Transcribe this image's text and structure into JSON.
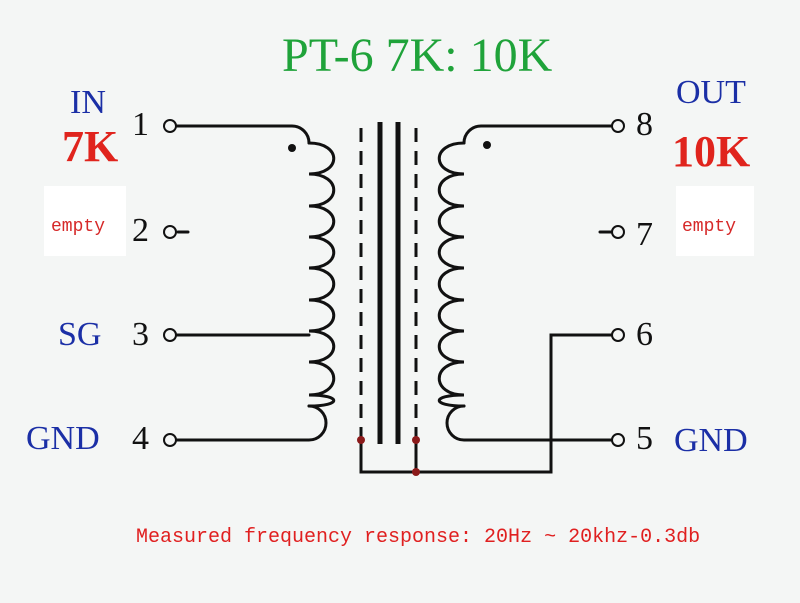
{
  "title": "PT-6  7K: 10K",
  "primary": {
    "side_label": "IN",
    "impedance": "7K"
  },
  "secondary": {
    "side_label": "OUT",
    "impedance": "10K"
  },
  "pins": {
    "p1": "1",
    "p2": "2",
    "p3": "3",
    "p4": "4",
    "p5": "5",
    "p6": "6",
    "p7": "7",
    "p8": "8"
  },
  "pin_labels": {
    "p2": "empty",
    "p3": "SG",
    "p4": "GND",
    "p5": "GND",
    "p7": "empty"
  },
  "note": "Measured frequency response: 20Hz ~ 20khz-0.3db",
  "colors": {
    "title": "#1fa33a",
    "side_labels": "#1b2fa6",
    "impedance": "#e0241d",
    "note": "#e02020",
    "wire": "#111111",
    "node": "#8b1a1a"
  }
}
